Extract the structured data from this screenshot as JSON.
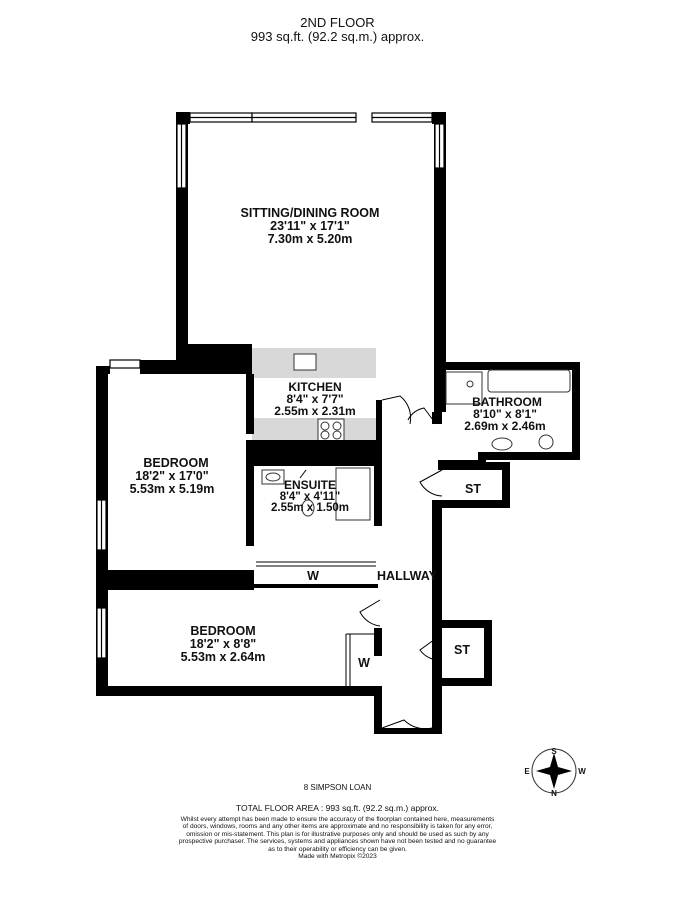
{
  "header": {
    "floor": "2ND FLOOR",
    "area": "993 sq.ft. (92.2 sq.m.) approx."
  },
  "rooms": {
    "sitting": {
      "name": "SITTING/DINING ROOM",
      "imperial": "23'11\" x 17'1\"",
      "metric": "7.30m x 5.20m"
    },
    "kitchen": {
      "name": "KITCHEN",
      "imperial": "8'4\" x 7'7\"",
      "metric": "2.55m x 2.31m"
    },
    "bathroom": {
      "name": "BATHROOM",
      "imperial": "8'10\" x 8'1\"",
      "metric": "2.69m x 2.46m"
    },
    "bedroom1": {
      "name": "BEDROOM",
      "imperial": "18'2\" x 17'0\"",
      "metric": "5.53m x 5.19m"
    },
    "ensuite": {
      "name": "ENSUITE",
      "imperial": "8'4\" x 4'11\"",
      "metric": "2.55m x 1.50m"
    },
    "bedroom2": {
      "name": "BEDROOM",
      "imperial": "18'2\" x 8'8\"",
      "metric": "5.53m x 2.64m"
    }
  },
  "labels": {
    "st1": "ST",
    "st2": "ST",
    "w1": "W",
    "w2": "W",
    "hallway": "HALLWAY"
  },
  "compass": {
    "s": "S",
    "n": "N",
    "e": "E",
    "w": "W"
  },
  "footer": {
    "address": "8 SIMPSON LOAN",
    "total": "TOTAL FLOOR AREA : 993 sq.ft. (92.2 sq.m.) approx.",
    "disclaimer": [
      "Whilst every attempt has been made to ensure the accuracy of the floorplan contained here, measurements",
      "of doors, windows, rooms and any other items are approximate and no responsibility is taken for any error,",
      "omission or mis-statement. This plan is for illustrative purposes only and should be used as such by any",
      "prospective purchaser. The services, systems and appliances shown have not been tested and no guarantee",
      "as to their operability or efficiency can be given.",
      "Made with Metropix ©2023"
    ]
  }
}
